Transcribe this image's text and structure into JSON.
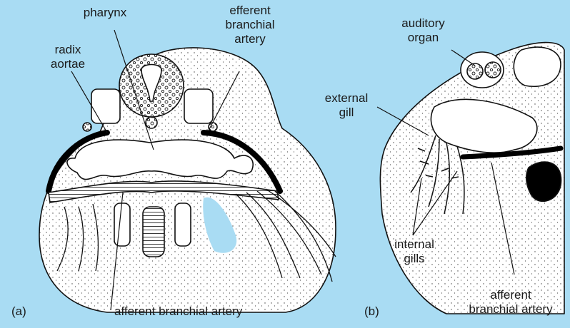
{
  "panel_a": {
    "tag": "(a)",
    "labels": {
      "pharynx": "pharynx",
      "efferent_branchial_artery": "efferent\nbranchial\nartery",
      "radix_aortae": "radix\naortae",
      "afferent_branchial_artery": "afferent branchial artery"
    }
  },
  "panel_b": {
    "tag": "(b)",
    "labels": {
      "auditory_organ": "auditory\norgan",
      "external_gill": "external\ngill",
      "internal_gills": "internal\ngills",
      "afferent_branchial_artery": "afferent\nbranchial artery"
    }
  },
  "colors": {
    "background": "#a9dcf3",
    "tissue": "#ffffff",
    "ink": "#111111"
  }
}
